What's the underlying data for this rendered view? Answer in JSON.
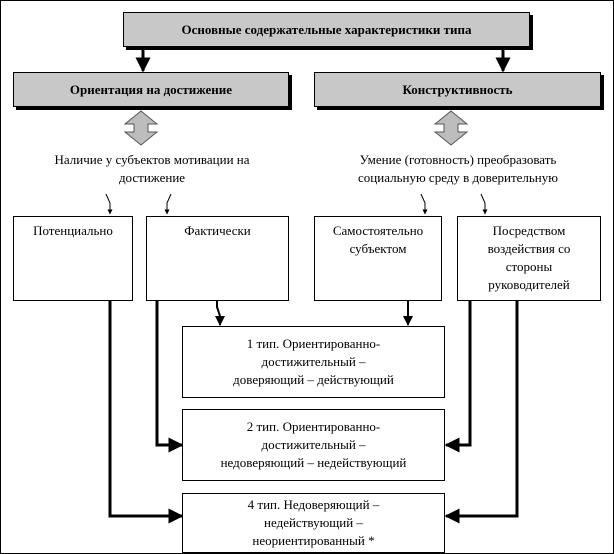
{
  "top": {
    "title": "Основные содержательные характеристики типа"
  },
  "left_header": {
    "title": "Ориентация на достижение"
  },
  "right_header": {
    "title": "Конструктивность"
  },
  "left_desc": {
    "lines": [
      "Наличие у субъектов мотивации на",
      "достижение"
    ]
  },
  "right_desc": {
    "lines": [
      "Умение (готовность) преобразовать",
      "социальную среду в доверительную"
    ]
  },
  "boxes": {
    "potential": {
      "lines": [
        "Потенциально"
      ]
    },
    "factual": {
      "lines": [
        "Фактически"
      ]
    },
    "self": {
      "lines": [
        "Самостоятельно",
        "субъектом"
      ]
    },
    "managers": {
      "lines": [
        "Посредством",
        "воздействия со",
        "стороны",
        "руководителей"
      ]
    }
  },
  "types": [
    {
      "lines": [
        "1 тип.   Ориентированно-",
        "достижительный –",
        "доверяющий – действующий"
      ]
    },
    {
      "lines": [
        "2 тип.  Ориентированно-",
        "достижительный –",
        "недоверяющий –  недействующий"
      ]
    },
    {
      "lines": [
        "4 тип.  Недоверяющий –",
        "недействующий –",
        "неориентированный *"
      ]
    }
  ],
  "colors": {
    "header_fill": "#c8c8c8",
    "arrow_fill": "#bdbdbd",
    "line": "#000000"
  }
}
